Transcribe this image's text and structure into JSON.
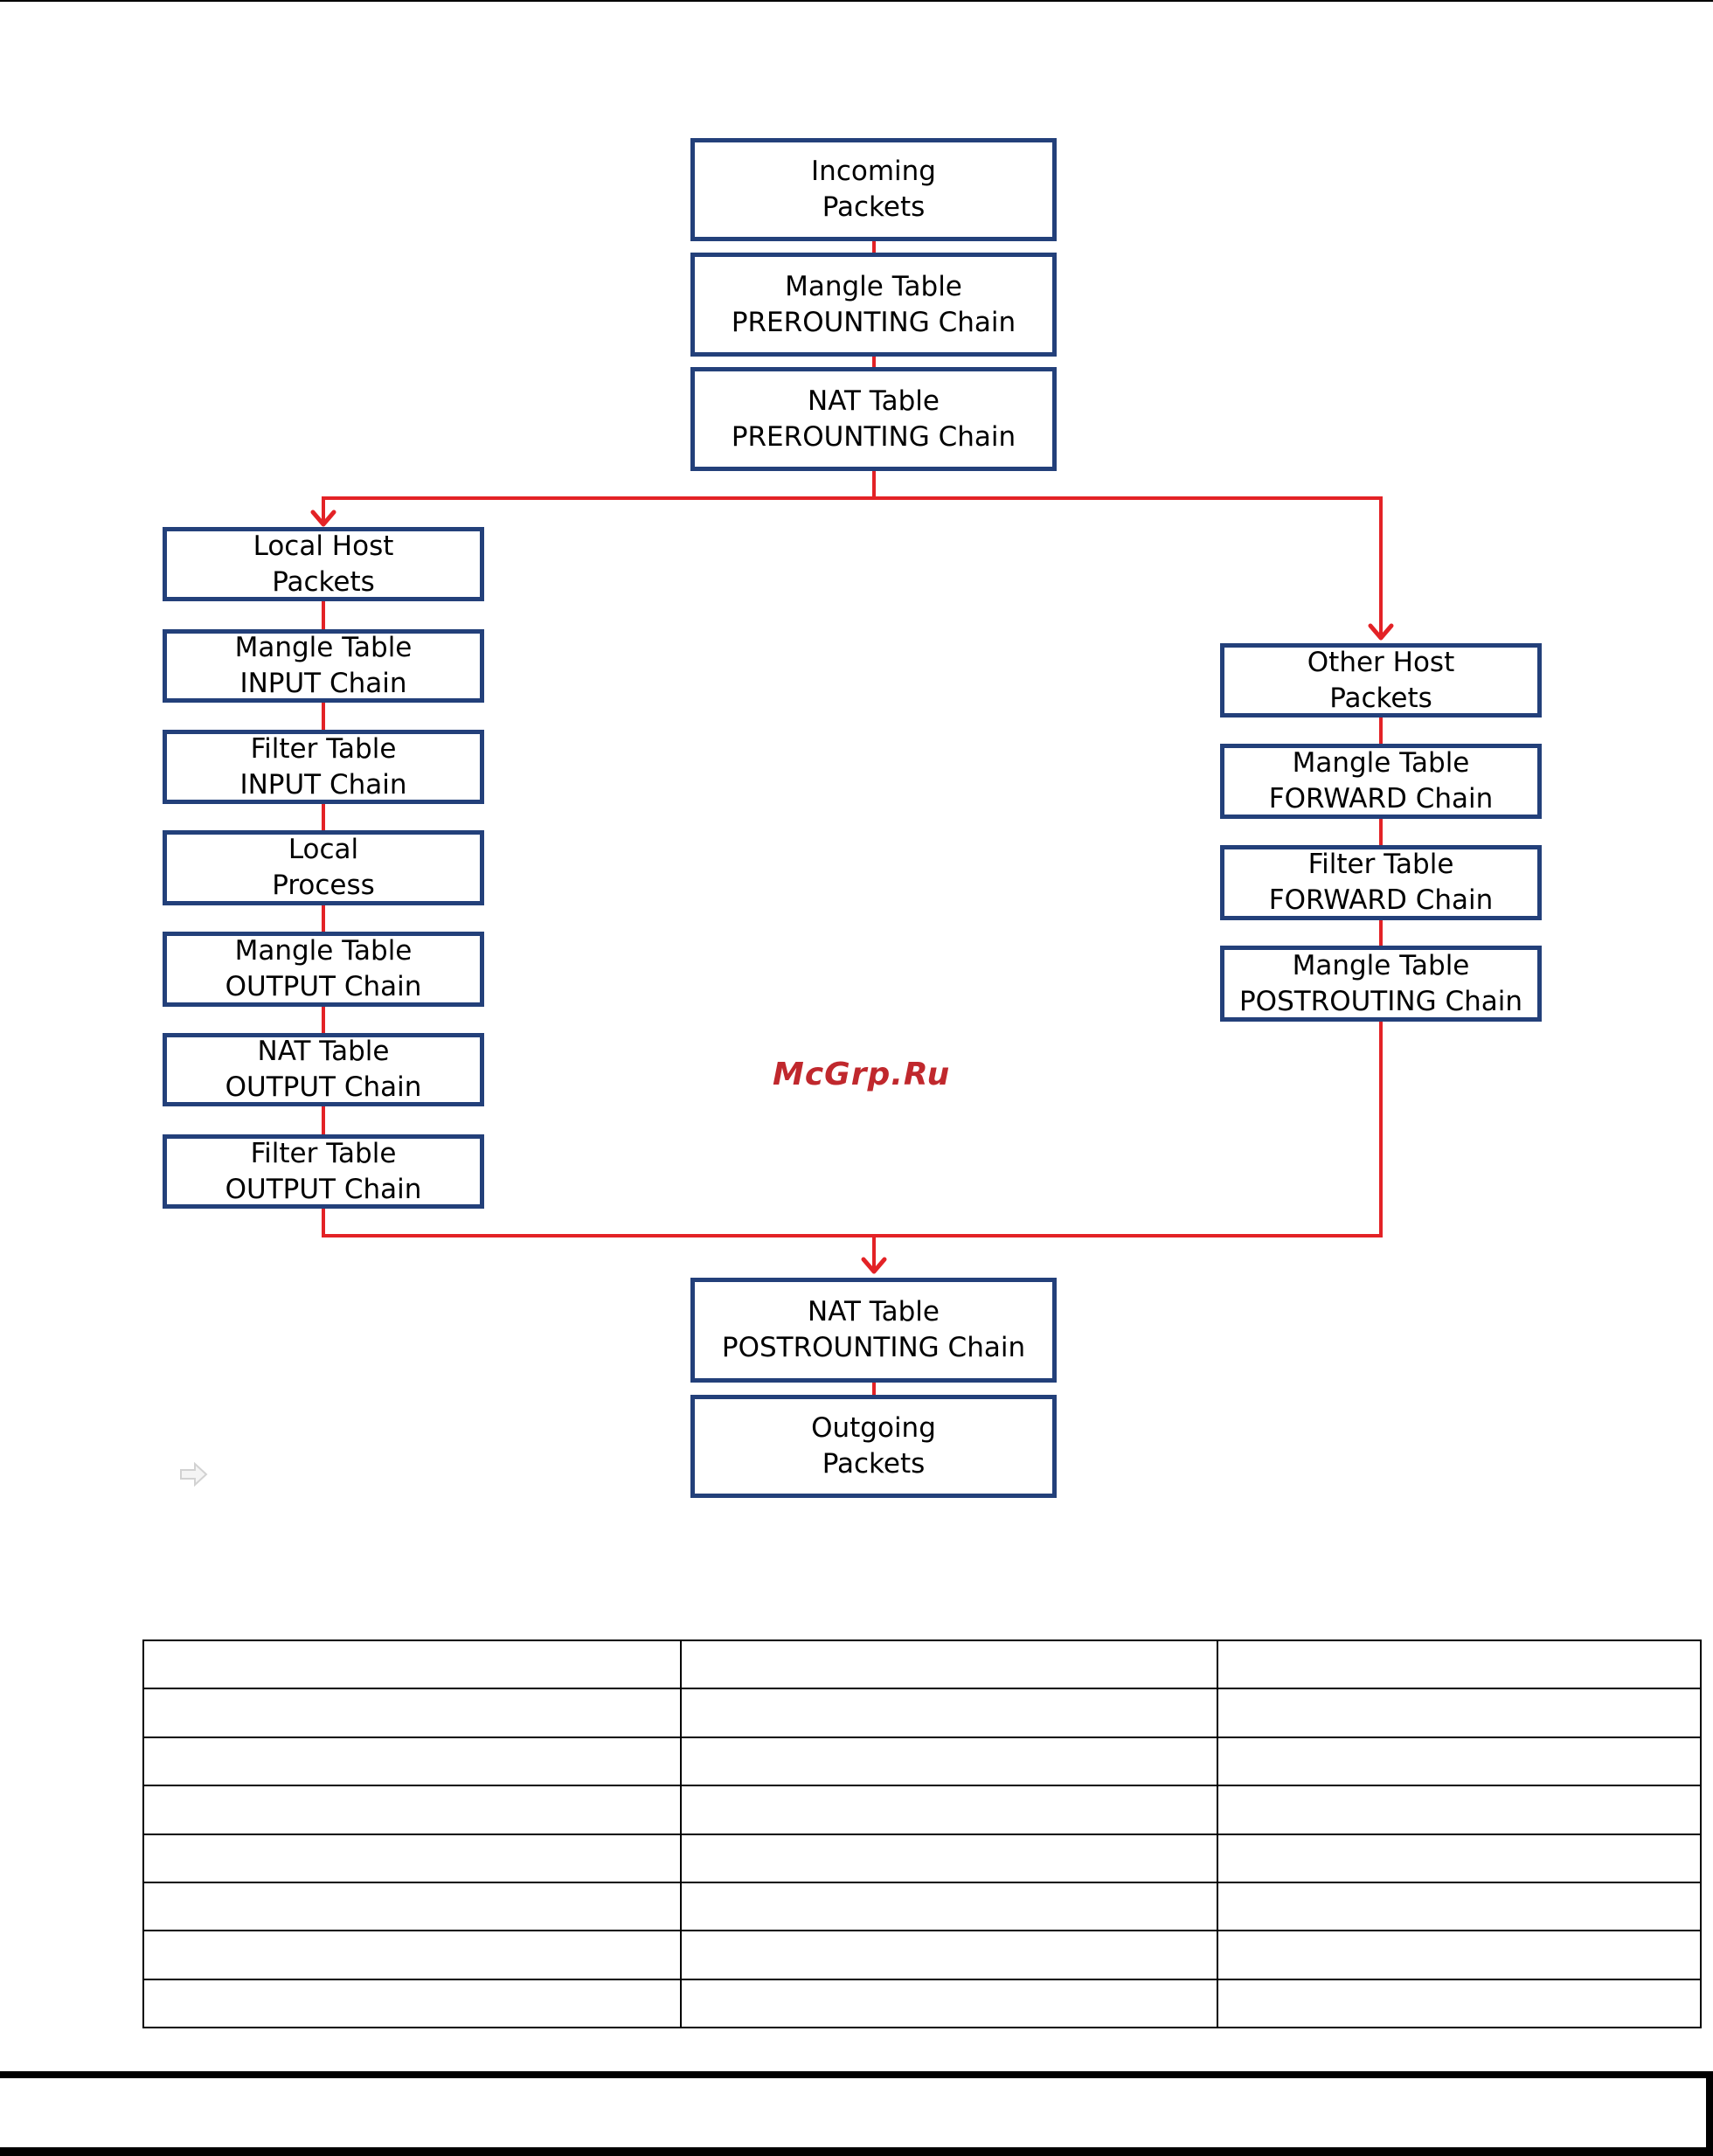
{
  "diagram": {
    "nodes": {
      "incoming": {
        "line1": "Incoming",
        "line2": "Packets"
      },
      "mangle_prerouting": {
        "line1": "Mangle Table",
        "line2": "PREROUNTING Chain"
      },
      "nat_prerouting": {
        "line1": "NAT Table",
        "line2": "PREROUNTING Chain"
      },
      "local_host": {
        "line1": "Local Host",
        "line2": "Packets"
      },
      "mangle_input": {
        "line1": "Mangle Table",
        "line2": "INPUT Chain"
      },
      "filter_input": {
        "line1": "Filter Table",
        "line2": "INPUT Chain"
      },
      "local_process": {
        "line1": "Local",
        "line2": "Process"
      },
      "mangle_output": {
        "line1": "Mangle Table",
        "line2": "OUTPUT Chain"
      },
      "nat_output": {
        "line1": "NAT Table",
        "line2": "OUTPUT Chain"
      },
      "filter_output": {
        "line1": "Filter Table",
        "line2": "OUTPUT Chain"
      },
      "other_host": {
        "line1": "Other Host",
        "line2": "Packets"
      },
      "mangle_forward": {
        "line1": "Mangle Table",
        "line2": "FORWARD Chain"
      },
      "filter_forward": {
        "line1": "Filter Table",
        "line2": "FORWARD Chain"
      },
      "mangle_postrouting": {
        "line1": "Mangle Table",
        "line2": "POSTROUTING Chain"
      },
      "nat_postrouting": {
        "line1": "NAT Table",
        "line2": "POSTROUNTING Chain"
      },
      "outgoing": {
        "line1": "Outgoing",
        "line2": "Packets"
      }
    },
    "edges": [
      [
        "incoming",
        "mangle_prerouting"
      ],
      [
        "mangle_prerouting",
        "nat_prerouting"
      ],
      [
        "nat_prerouting",
        "local_host"
      ],
      [
        "nat_prerouting",
        "other_host"
      ],
      [
        "local_host",
        "mangle_input"
      ],
      [
        "mangle_input",
        "filter_input"
      ],
      [
        "filter_input",
        "local_process"
      ],
      [
        "local_process",
        "mangle_output"
      ],
      [
        "mangle_output",
        "nat_output"
      ],
      [
        "nat_output",
        "filter_output"
      ],
      [
        "filter_output",
        "nat_postrouting"
      ],
      [
        "other_host",
        "mangle_forward"
      ],
      [
        "mangle_forward",
        "filter_forward"
      ],
      [
        "filter_forward",
        "mangle_postrouting"
      ],
      [
        "mangle_postrouting",
        "nat_postrouting"
      ],
      [
        "nat_postrouting",
        "outgoing"
      ]
    ],
    "colors": {
      "box_border": "#23407a",
      "connector": "#e32226",
      "watermark": "#c0282d"
    }
  },
  "watermark": "McGrp.Ru",
  "icons": {
    "pointer": "right-arrow-icon"
  },
  "table": {
    "rows": 8,
    "columns": 3
  }
}
